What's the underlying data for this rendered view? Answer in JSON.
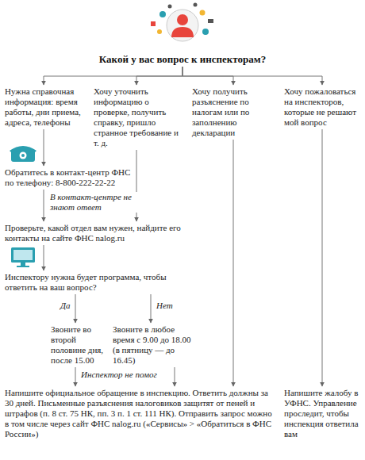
{
  "diagram": {
    "nodes": [
      {
        "text": [
          "Какой у вас вопрос к инспекторам?"
        ]
      },
      {
        "text": [
          "Нужна справочная информация: время работы, дни приема, адреса, телефоны"
        ]
      },
      {
        "text": [
          "Хочу уточнить информацию о проверке, получить справку, пришло странное требование и т. д."
        ]
      },
      {
        "text": [
          "Хочу получить разъяснение по налогам или по заполнению декларации"
        ]
      },
      {
        "text": [
          "Хочу пожаловаться на инспекторов, которые не решают мой вопрос"
        ]
      },
      {
        "text": [
          "Обратитесь в контакт-центр ФНС по телефону: 8-800-222-22-22"
        ]
      },
      {
        "text": [
          "Проверьте, какой отдел вам нужен, найдите его контакты на сайте ФНС nalog.ru"
        ]
      },
      {
        "text": [
          "Инспектору нужна будет программа, чтобы ответить на ваш вопрос?"
        ]
      },
      {
        "text": [
          "Звоните во второй половине дня, после 15.00"
        ]
      },
      {
        "text": [
          "Звоните в любое время с 9.00 до 18.00 (в пятницу — до 16.45)"
        ]
      },
      {
        "text": [
          "Напишите официальное обращение в инспекцию. Ответить должны за 30 дней. Письменные разъяснения налоговиков защитят от пеней и штрафов (п. 8 ст. 75 НК, пп. 3 п. 1 ст. 111 НК). Отправить запрос можно в том числе через сайт ФНС nalog.ru («Сервисы» > «Обратиться в ФНС России»)"
        ]
      },
      {
        "text": [
          "Напишите жалобу в УФНС. Управление проследит, чтобы инспекция ответила вам"
        ]
      }
    ],
    "edges": [
      {
        "from": 0,
        "to": 1,
        "arrow": "to"
      },
      {
        "from": 0,
        "to": 2,
        "arrow": "to"
      },
      {
        "from": 0,
        "to": 3,
        "arrow": "to"
      },
      {
        "from": 0,
        "to": 4,
        "arrow": "to"
      },
      {
        "from": 1,
        "to": 5,
        "arrow": "to"
      },
      {
        "from": 5,
        "to": 6,
        "label": "В контакт-центре не знают ответ",
        "arrow": "to"
      },
      {
        "from": 2,
        "to": 6,
        "arrow": "to"
      },
      {
        "from": 6,
        "to": 7,
        "arrow": "to"
      },
      {
        "from": 7,
        "to": 8,
        "label": "Да",
        "arrow": "to"
      },
      {
        "from": 7,
        "to": 9,
        "label": "Нет",
        "arrow": "to"
      },
      {
        "from": 8,
        "to": 10,
        "label": "Инспектор не помог",
        "arrow": "to"
      },
      {
        "from": 9,
        "to": 10,
        "arrow": "to"
      },
      {
        "from": 3,
        "to": 10,
        "arrow": "to"
      },
      {
        "from": 4,
        "to": 11,
        "arrow": "to"
      }
    ]
  }
}
